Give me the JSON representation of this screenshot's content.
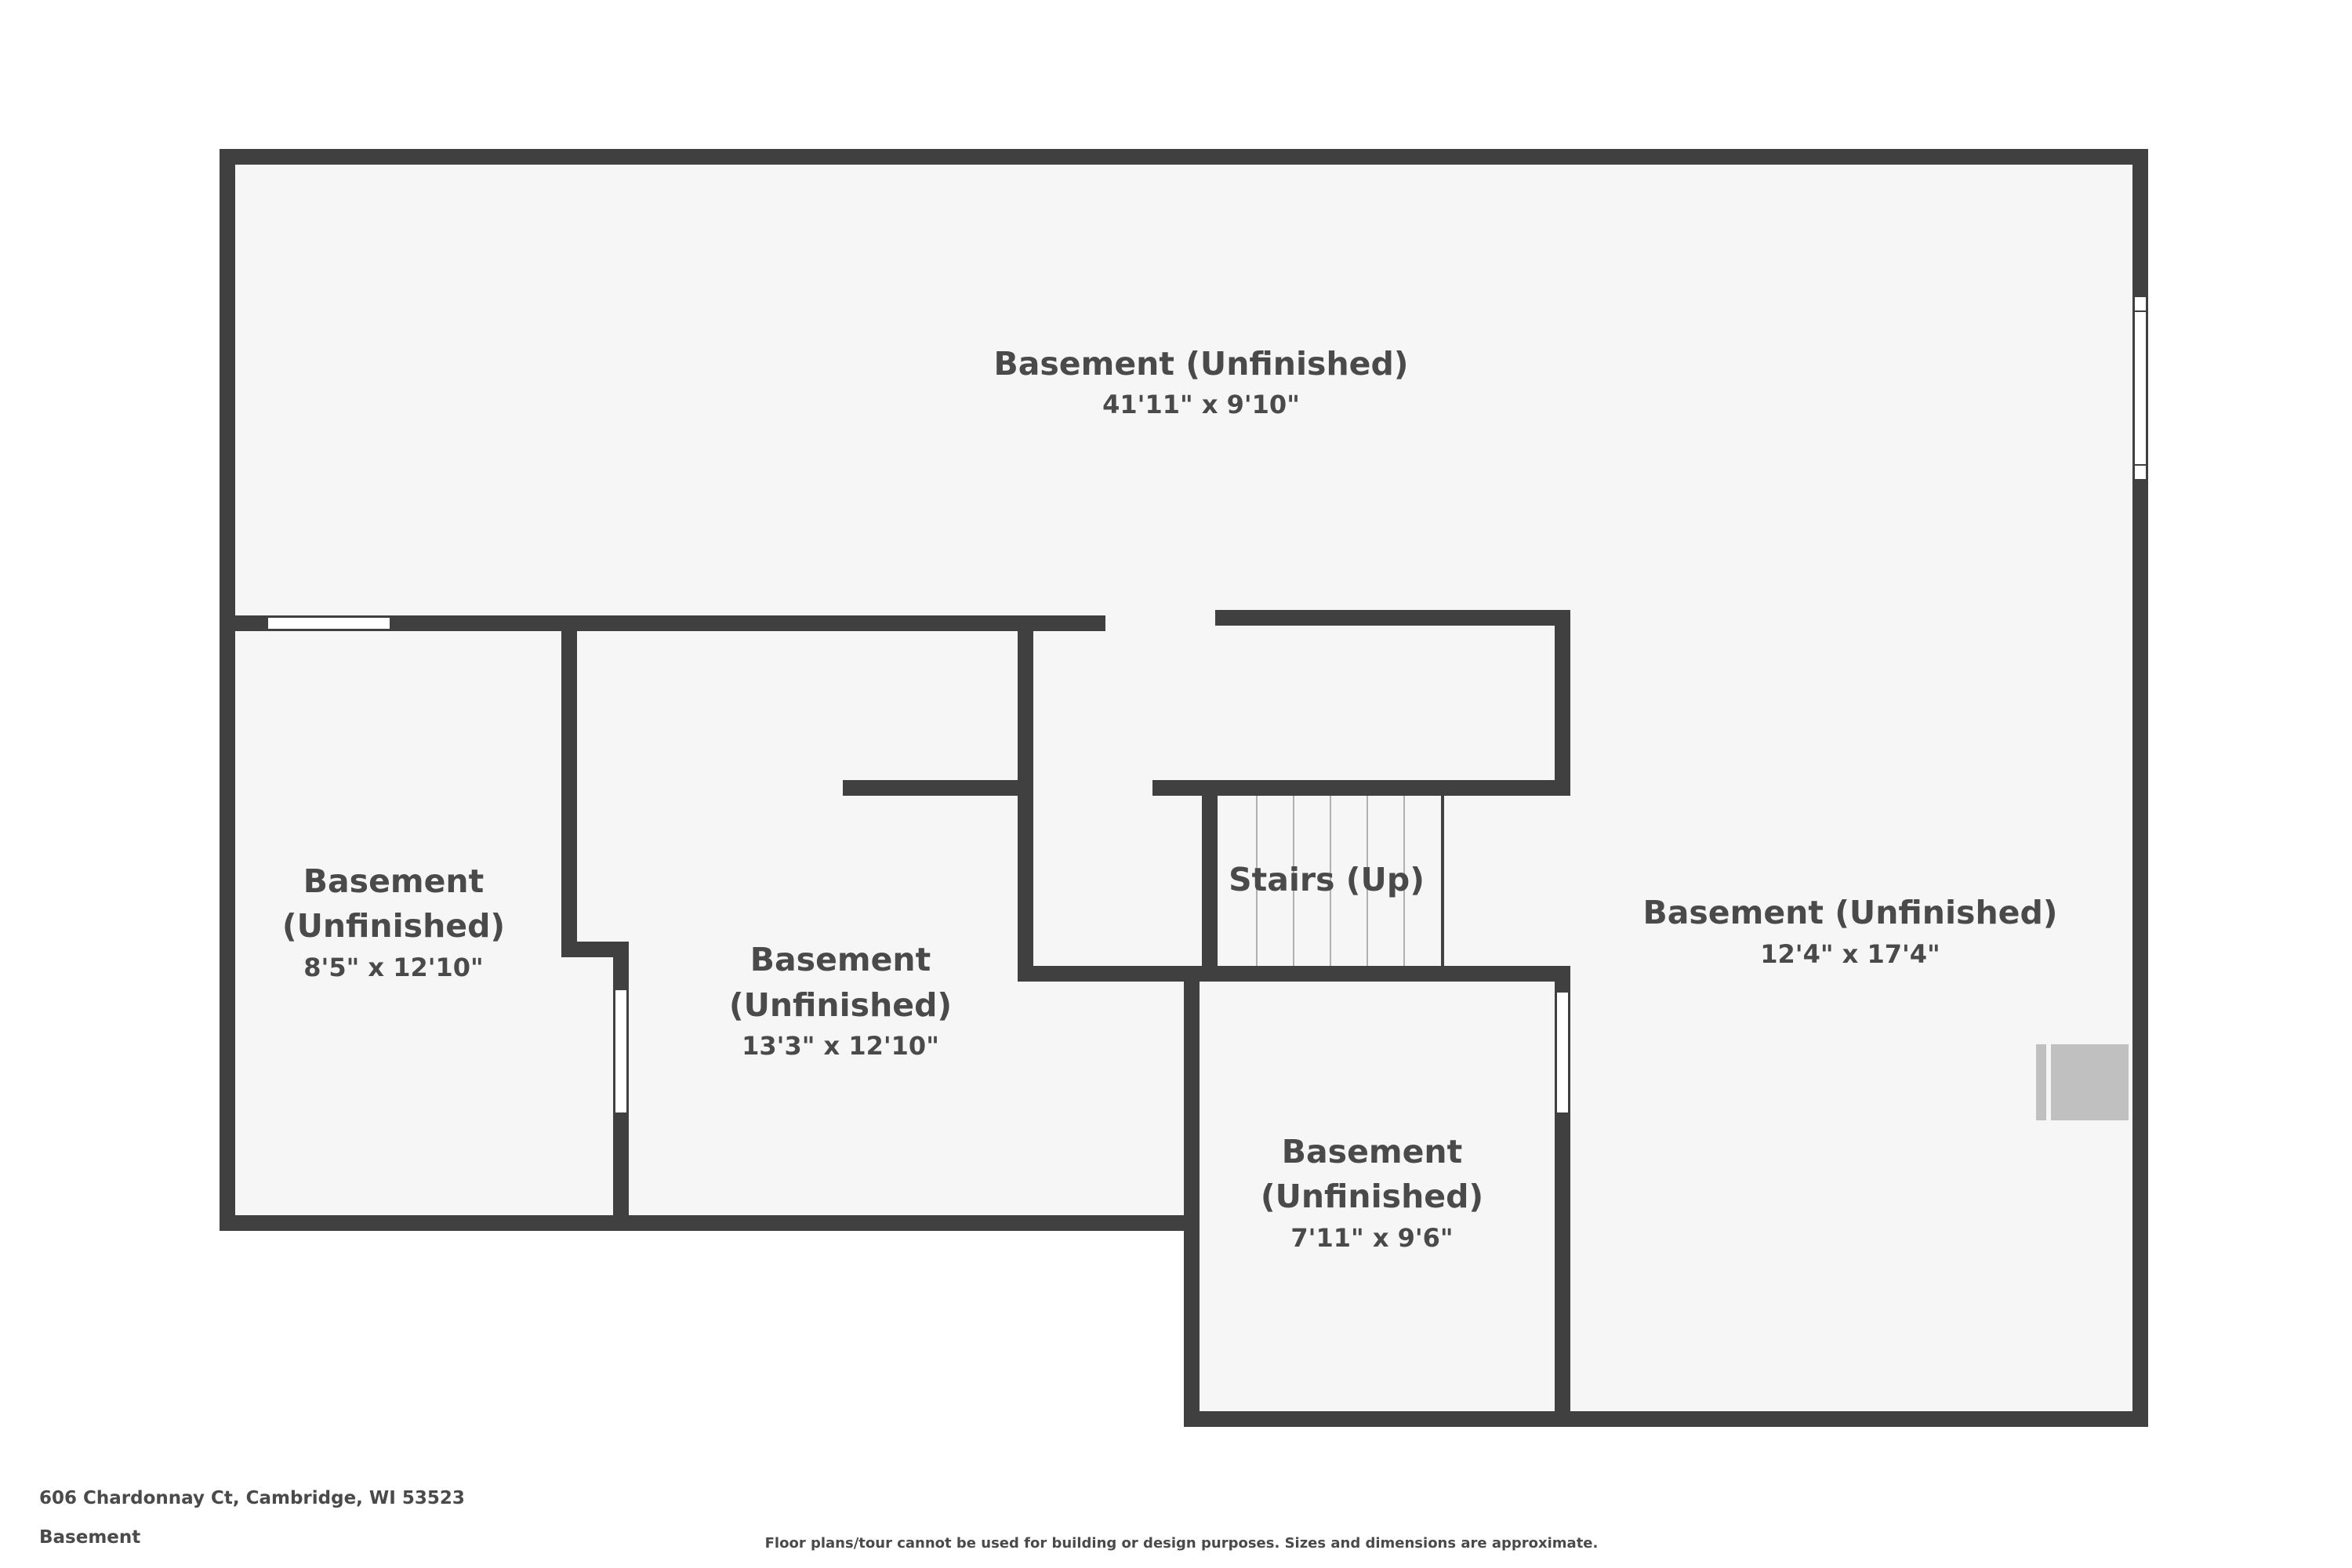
{
  "floorplan": {
    "colors": {
      "wall": "#404040",
      "floor": "#f6f6f6",
      "text": "#4a4a4a",
      "window": "#ffffff",
      "fixture": "#c0c0c0",
      "stair_line": "#b0b0b0"
    },
    "rooms": {
      "top": {
        "name": "Basement (Unfinished)",
        "dims": "41'11\" x 9'10\""
      },
      "left": {
        "name_line1": "Basement",
        "name_line2": "(Unfinished)",
        "dims": "8'5\" x 12'10\""
      },
      "middle": {
        "name_line1": "Basement",
        "name_line2": "(Unfinished)",
        "dims": "13'3\" x 12'10\""
      },
      "stairs": {
        "name": "Stairs (Up)"
      },
      "right": {
        "name": "Basement (Unfinished)",
        "dims": "12'4\" x 17'4\""
      },
      "bottom": {
        "name_line1": "Basement",
        "name_line2": "(Unfinished)",
        "dims": "7'11\" x 9'6\""
      }
    },
    "footer": {
      "address": "606 Chardonnay Ct, Cambridge, WI 53523",
      "floor_label": "Basement",
      "disclaimer": "Floor plans/tour cannot be used for building or design purposes. Sizes and dimensions are approximate."
    }
  }
}
